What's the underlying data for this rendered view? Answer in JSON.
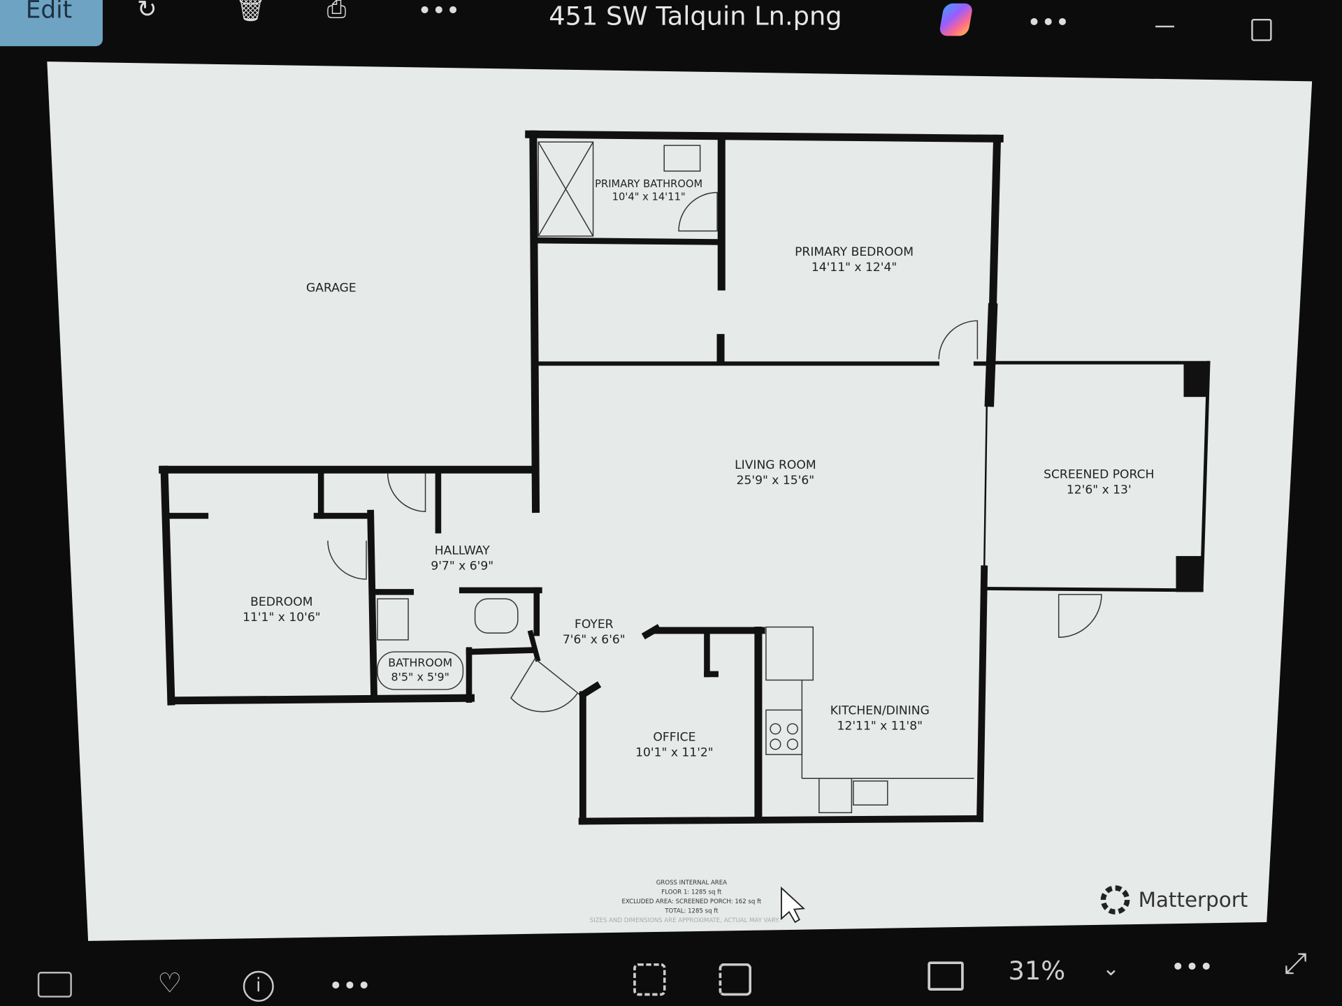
{
  "toolbar": {
    "edit_label": "Edit",
    "file_title": "451 SW Talquin Ln.png",
    "more_label": "•••"
  },
  "bottom_bar": {
    "zoom_level": "31%",
    "more_label": "•••"
  },
  "floorplan": {
    "rooms": [
      {
        "name": "GARAGE",
        "dims": ""
      },
      {
        "name": "PRIMARY BATHROOM",
        "dims": "10'4\" x 14'11\""
      },
      {
        "name": "PRIMARY BEDROOM",
        "dims": "14'11\" x 12'4\""
      },
      {
        "name": "LIVING ROOM",
        "dims": "25'9\" x 15'6\""
      },
      {
        "name": "SCREENED PORCH",
        "dims": "12'6\" x 13'"
      },
      {
        "name": "HALLWAY",
        "dims": "9'7\" x 6'9\""
      },
      {
        "name": "BEDROOM",
        "dims": "11'1\" x 10'6\""
      },
      {
        "name": "FOYER",
        "dims": "7'6\" x 6'6\""
      },
      {
        "name": "BATHROOM",
        "dims": "8'5\" x 5'9\""
      },
      {
        "name": "OFFICE",
        "dims": "10'1\" x 11'2\""
      },
      {
        "name": "KITCHEN/DINING",
        "dims": "12'11\" x 11'8\""
      }
    ],
    "area_notes": [
      "GROSS INTERNAL AREA",
      "FLOOR 1: 1285 sq ft",
      "EXCLUDED AREA: SCREENED PORCH: 162 sq ft",
      "TOTAL: 1285 sq ft",
      "SIZES AND DIMENSIONS ARE APPROXIMATE, ACTUAL MAY VARY."
    ],
    "brand": "Matterport"
  },
  "colors": {
    "toolbar_bg": "#0c0c0d",
    "edit_accent": "#6ea3c4",
    "paper": "#e6eae8",
    "wall": "#111111"
  }
}
